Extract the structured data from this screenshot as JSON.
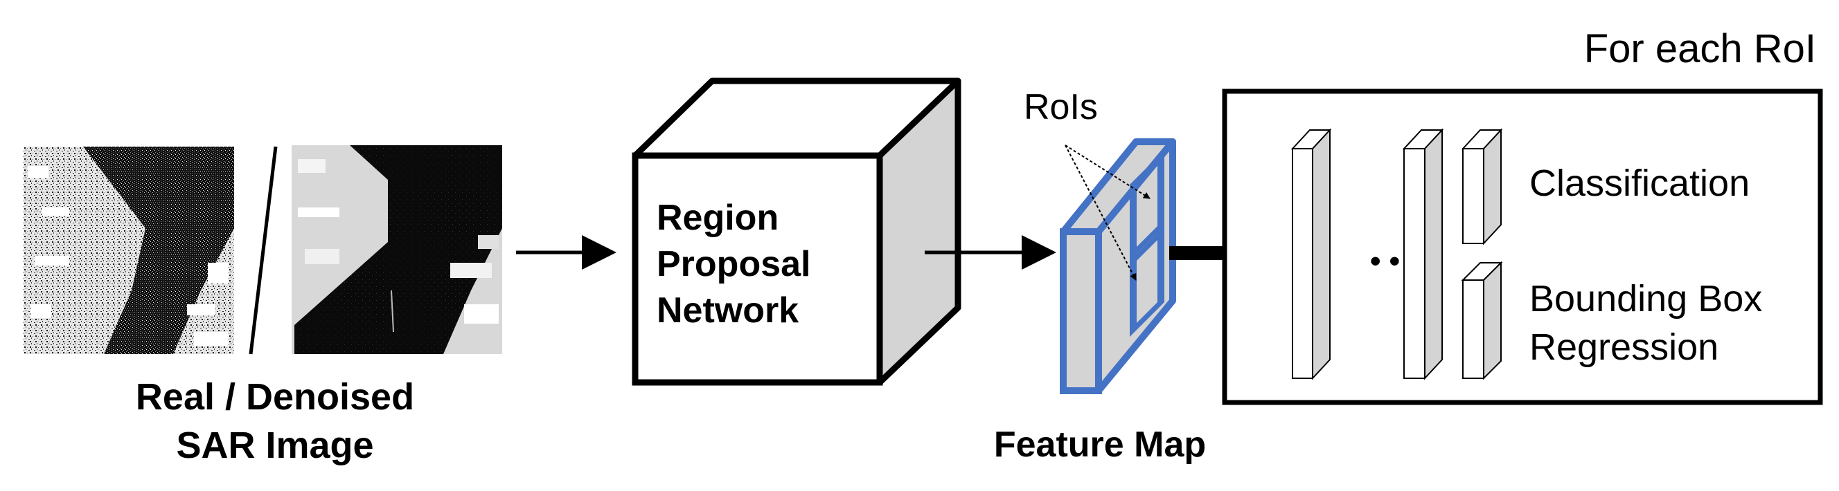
{
  "input": {
    "caption_line1": "Real / Denoised",
    "caption_line2": "SAR Image"
  },
  "rpn": {
    "label_line1": "Region",
    "label_line2": "Proposal",
    "label_line3": "Network"
  },
  "feature_map": {
    "rois_label": "RoIs",
    "caption": "Feature Map",
    "accent_color": "#4472c4"
  },
  "head": {
    "title": "For each RoI",
    "ellipsis": "• • •",
    "output1": "Classification",
    "output2_line1": "Bounding Box",
    "output2_line2": "Regression"
  }
}
